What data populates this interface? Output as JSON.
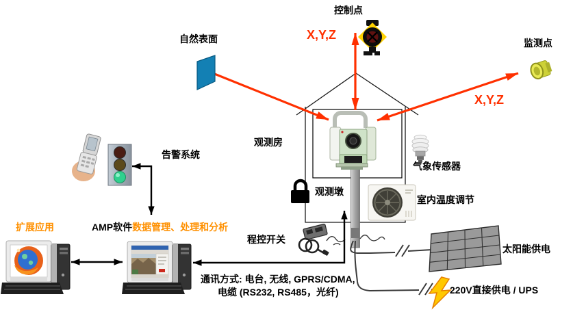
{
  "labels": {
    "control_point": "控制点",
    "natural_surface": "自然表面",
    "monitor_point": "监测点",
    "xyz_left": "X,Y,Z",
    "xyz_right": "X,Y,Z",
    "obs_house": "观测房",
    "alarm_system": "告警系统",
    "weather_sensor": "气象传感器",
    "obs_pillar": "观测墩",
    "indoor_temp": "室内温度调节",
    "prog_switch": "程控开关",
    "ext_app": "扩展应用",
    "amp_software": "AMP软件",
    "amp_software_desc": "数据管理、处理和分析",
    "comm_line1": "通讯方式: 电台, 无线, GPRS/CDMA,",
    "comm_line2": "电缆 (RS232, RS485，光纤)",
    "solar_power": "太阳能供电",
    "ups_power": "220V直接供电 / UPS"
  },
  "colors": {
    "arrow_red": "#ff3000",
    "accent_orange": "#ff9000",
    "surface_blue": "#1380b4",
    "prism_yellow": "#ffd200",
    "bolt_yellow": "#ffc800",
    "alarm_green": "#2fd08e",
    "panel_gray": "#9a9a9a"
  },
  "icons": {
    "survey_prism_target": "black-yellow prism target (control point)",
    "monitor_prism": "yellow mini prism (monitoring point)",
    "natural_surface_patch": "blue reflective surface patch",
    "total_station": "green total station in observation house",
    "weather_sensor": "white radiation-shield sensor",
    "air_conditioner": "AC outdoor unit with fan",
    "padlock": "black padlock",
    "program_switch": "remote switch with coiled cable",
    "phone_in_hand": "hand holding flip phone",
    "traffic_light": "signal lamp with green light on",
    "solar_panel": "gray solar panel",
    "lightning_bolt": "yellow power bolt",
    "computer_firefox": "workstation with browser screen",
    "computer_monitoring": "workstation with monitoring software"
  }
}
